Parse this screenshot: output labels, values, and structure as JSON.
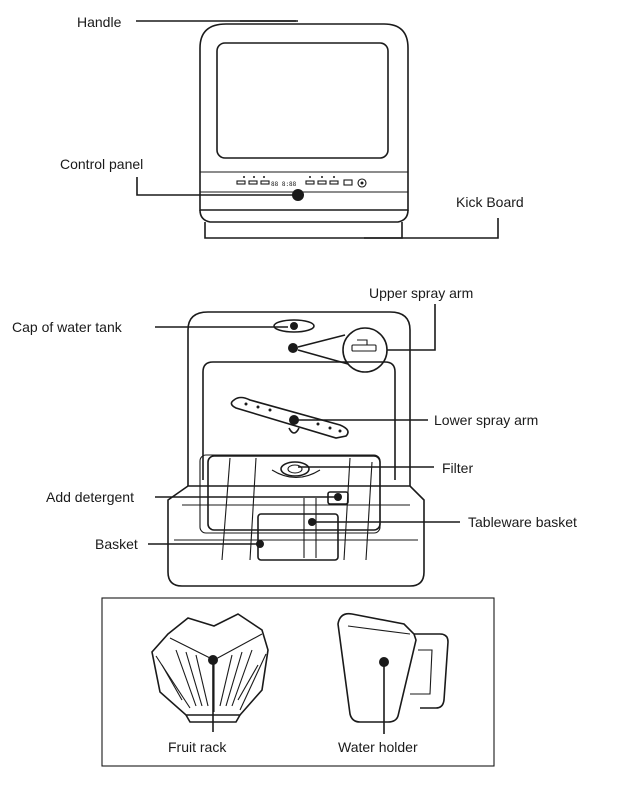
{
  "diagram": {
    "top_labels": {
      "handle": "Handle",
      "control_panel": "Control  panel",
      "kick_board": "Kick Board"
    },
    "interior_labels": {
      "upper_spray_arm": "Upper  spray  arm",
      "cap_of_water_tank": "Cap of  water  tank",
      "lower_spray_arm": "Lower spray arm",
      "filter": "Filter",
      "add_detergent": "Add detergent",
      "tableware_basket": "Tableware basket",
      "basket": "Basket"
    },
    "accessory_labels": {
      "fruit_rack": "Fruit rack",
      "water_holder": "Water holder"
    },
    "display_text": "88 8:88"
  },
  "colors": {
    "line": "#1a1a1a",
    "background": "#ffffff"
  }
}
